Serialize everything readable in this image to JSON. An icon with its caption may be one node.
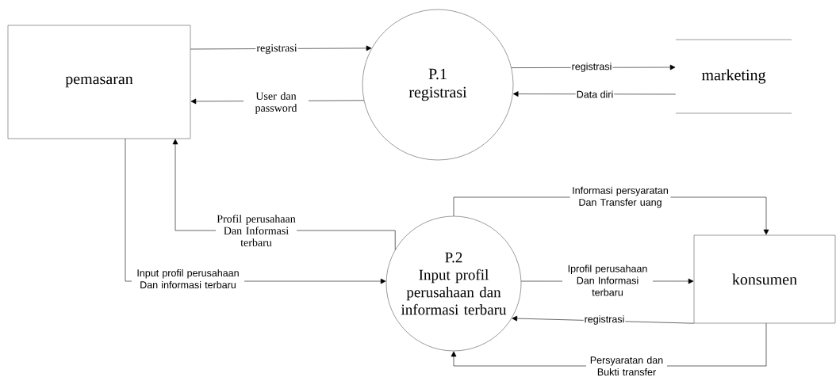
{
  "diagram": {
    "nodes": [
      {
        "text": [
          "pemasaran"
        ]
      },
      {
        "text": [
          "P.1",
          "registrasi"
        ]
      },
      {
        "text": [
          "marketing"
        ]
      },
      {
        "text": [
          "P.2",
          "Input profil perusahaan dan informasi terbaru"
        ]
      },
      {
        "text": [
          "konsumen"
        ]
      }
    ],
    "edges": [
      {
        "from": 0,
        "to": 1,
        "arrow": "to",
        "label": "registrasi"
      },
      {
        "from": 1,
        "to": 0,
        "arrow": "to",
        "label": "User dan password"
      },
      {
        "from": 1,
        "to": 2,
        "arrow": "to",
        "label": "registrasi"
      },
      {
        "from": 2,
        "to": 1,
        "arrow": "to",
        "label": "Data diri"
      },
      {
        "from": 3,
        "to": 0,
        "arrow": "to",
        "label": "Profil perusahaan Dan Informasi terbaru"
      },
      {
        "from": 0,
        "to": 3,
        "arrow": "to",
        "label": "Input profil perusahaan Dan informasi terbaru"
      },
      {
        "from": 3,
        "to": 4,
        "arrow": "to",
        "label": "Informasi persyaratan Dan Transfer uang"
      },
      {
        "from": 3,
        "to": 4,
        "arrow": "to",
        "label": "Iprofil perusahaan Dan Informasi terbaru"
      },
      {
        "from": 4,
        "to": 3,
        "arrow": "to",
        "label": "registrasi"
      },
      {
        "from": 4,
        "to": 3,
        "arrow": "to",
        "label": "Persyaratan dan Bukti transfer"
      }
    ]
  }
}
